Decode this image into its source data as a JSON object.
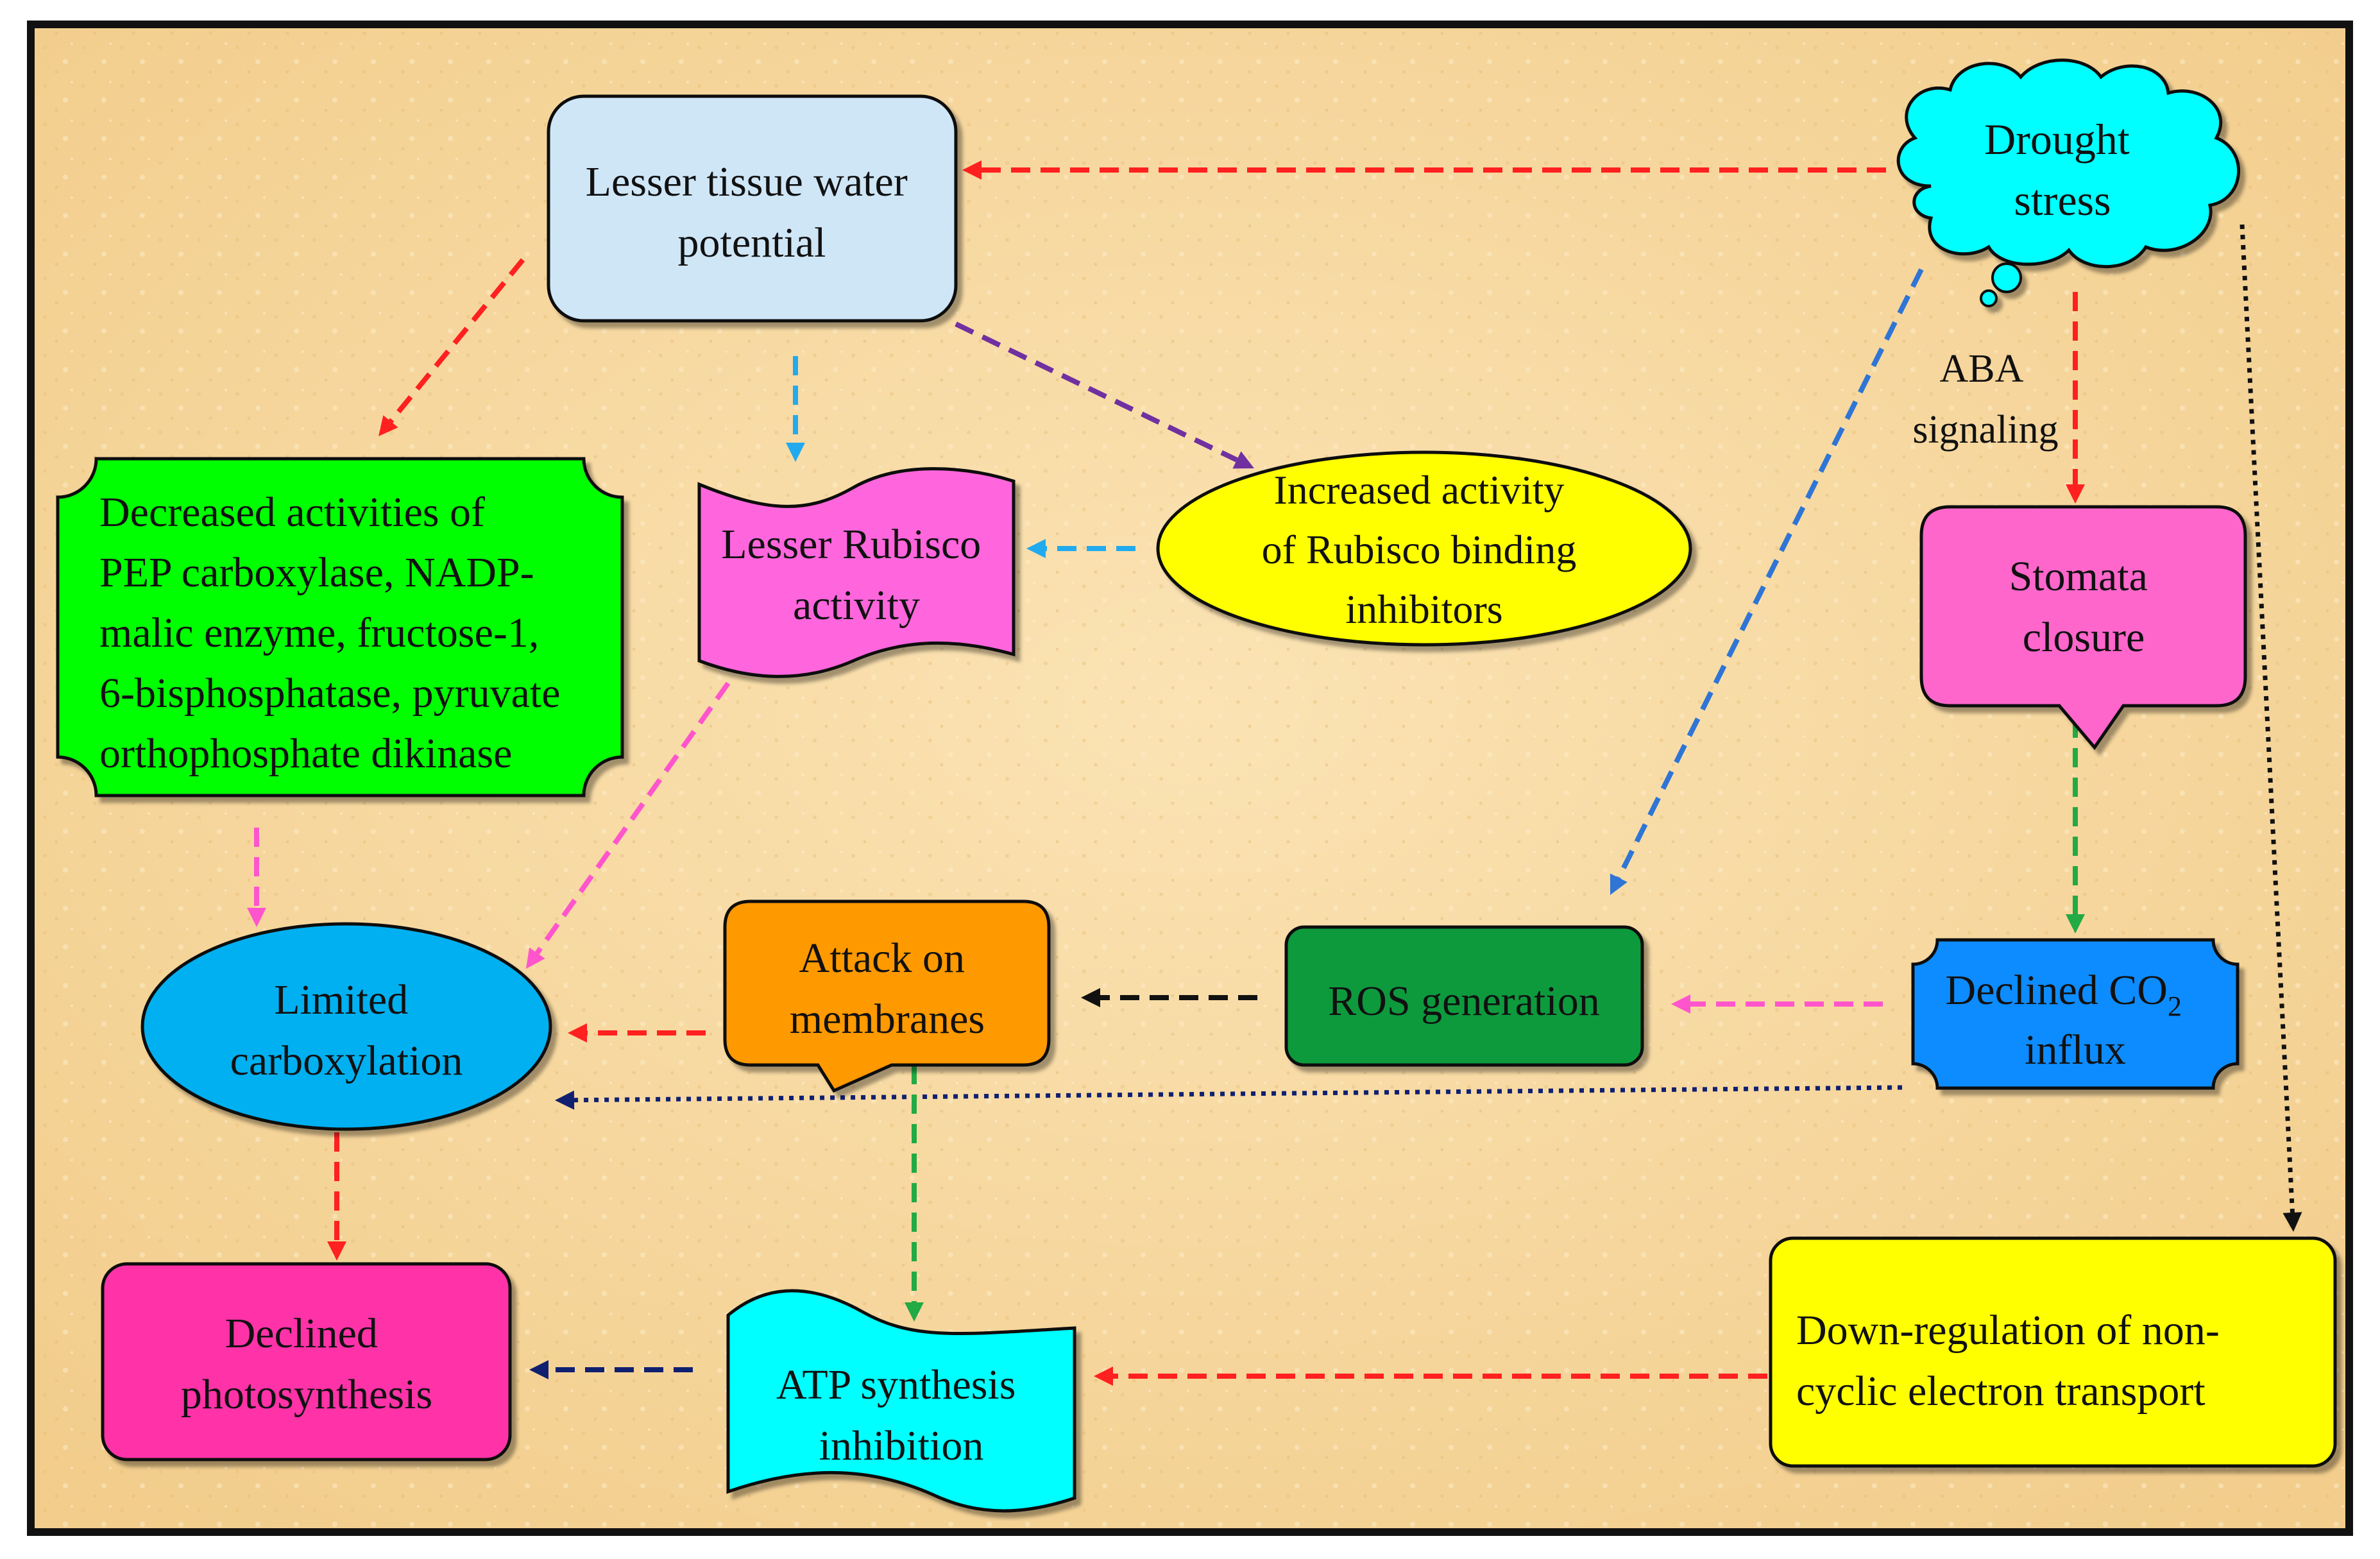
{
  "nodes": {
    "drought": {
      "lines": [
        "Drought",
        "stress"
      ],
      "fill": "#00FFFF"
    },
    "water": {
      "lines": [
        "Lesser tissue water",
        "potential"
      ],
      "fill": "#CFE6F7"
    },
    "enzymes": {
      "lines": [
        "Decreased activities of",
        "PEP carboxylase, NADP-",
        "malic enzyme, fructose-1,",
        "6-bisphosphatase, pyruvate",
        "orthophosphate dikinase"
      ],
      "fill": "#00FF00"
    },
    "rubisco": {
      "lines": [
        "Lesser Rubisco",
        "activity"
      ],
      "fill": "#FF66DD"
    },
    "inhibitors": {
      "lines": [
        "Increased activity",
        "of Rubisco binding",
        "inhibitors"
      ],
      "fill": "#FFFF00"
    },
    "stomata": {
      "lines": [
        "Stomata",
        "closure"
      ],
      "fill": "#FF66CC"
    },
    "co2": {
      "lines": [
        "Declined CO",
        "influx"
      ],
      "subscript": "2",
      "fill": "#0A8CFF"
    },
    "ros": {
      "lines": [
        "ROS generation"
      ],
      "fill": "#0E9A3C"
    },
    "membranes": {
      "lines": [
        "Attack on",
        "membranes"
      ],
      "fill": "#FF9900"
    },
    "carboxylation": {
      "lines": [
        "Limited",
        "carboxylation"
      ],
      "fill": "#00B0F0"
    },
    "photosynthesis": {
      "lines": [
        "Declined",
        "photosynthesis"
      ],
      "fill": "#FF33A8"
    },
    "atp": {
      "lines": [
        "ATP synthesis",
        "inhibition"
      ],
      "fill": "#00FFFF"
    },
    "electron": {
      "lines": [
        "Down-regulation of non-",
        "cyclic electron transport"
      ],
      "fill": "#FFFF00"
    }
  },
  "labels": {
    "aba": [
      "ABA",
      "signaling"
    ]
  },
  "colors": {
    "background": "#F7D8A0",
    "frame": "#111111",
    "red": "#FF2020",
    "purple": "#7030A0",
    "light_blue": "#22AAEE",
    "pink": "#FF55CC",
    "blue": "#2E75D6",
    "green": "#22AA44",
    "black": "#111111",
    "navy": "#102070"
  }
}
